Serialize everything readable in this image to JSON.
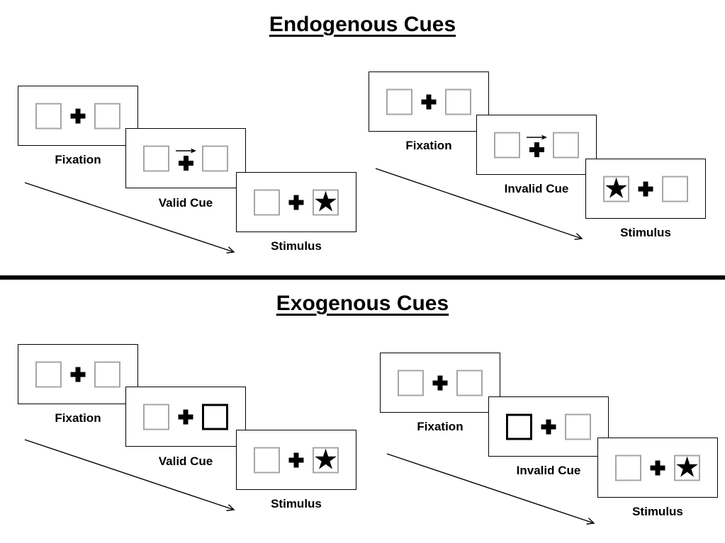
{
  "page": {
    "background": "#ffffff",
    "colors": {
      "ink": "#000000",
      "panel_border": "#000000",
      "placeholder_border": "#a6a6a6",
      "divider": "#000000"
    }
  },
  "symbols": {
    "star": "★",
    "fixation_cross": "+",
    "cue_arrow": "right-arrow"
  },
  "sections": [
    {
      "title": "Endogenous Cues",
      "sequences": [
        {
          "name": "valid",
          "cue": "central-arrow-pointing-right",
          "stimulus_side": "right",
          "steps": [
            {
              "label": "Fixation"
            },
            {
              "label": "Valid Cue"
            },
            {
              "label": "Stimulus"
            }
          ]
        },
        {
          "name": "invalid",
          "cue": "central-arrow-pointing-right",
          "stimulus_side": "left",
          "steps": [
            {
              "label": "Fixation"
            },
            {
              "label": "Invalid Cue"
            },
            {
              "label": "Stimulus"
            }
          ]
        }
      ]
    },
    {
      "title": "Exogenous Cues",
      "sequences": [
        {
          "name": "valid",
          "cue": "thick-box-right",
          "stimulus_side": "right",
          "steps": [
            {
              "label": "Fixation"
            },
            {
              "label": "Valid Cue"
            },
            {
              "label": "Stimulus"
            }
          ]
        },
        {
          "name": "invalid",
          "cue": "thick-box-left",
          "stimulus_side": "right",
          "steps": [
            {
              "label": "Fixation"
            },
            {
              "label": "Invalid Cue"
            },
            {
              "label": "Stimulus"
            }
          ]
        }
      ]
    }
  ]
}
